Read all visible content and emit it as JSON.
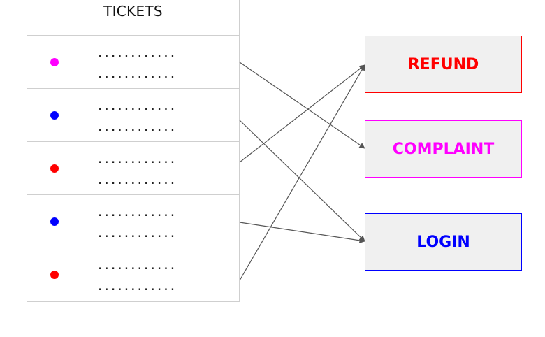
{
  "tickets": {
    "title": "TICKETS",
    "rows": [
      {
        "color": "#ff00ff",
        "line1": "............",
        "line2": "............",
        "target": 1
      },
      {
        "color": "#0000ff",
        "line1": "............",
        "line2": "............",
        "target": 2
      },
      {
        "color": "#ff0000",
        "line1": "............",
        "line2": "............",
        "target": 0
      },
      {
        "color": "#0000ff",
        "line1": "............",
        "line2": "............",
        "target": 2
      },
      {
        "color": "#ff0000",
        "line1": "............",
        "line2": "............",
        "target": 0
      }
    ]
  },
  "categories": [
    {
      "label": "REFUND",
      "color": "#ff0000"
    },
    {
      "label": "COMPLAINT",
      "color": "#ff00ff"
    },
    {
      "label": "LOGIN",
      "color": "#0000ff"
    }
  ],
  "connector_color": "#555555",
  "brand_color": "#2a6f97"
}
